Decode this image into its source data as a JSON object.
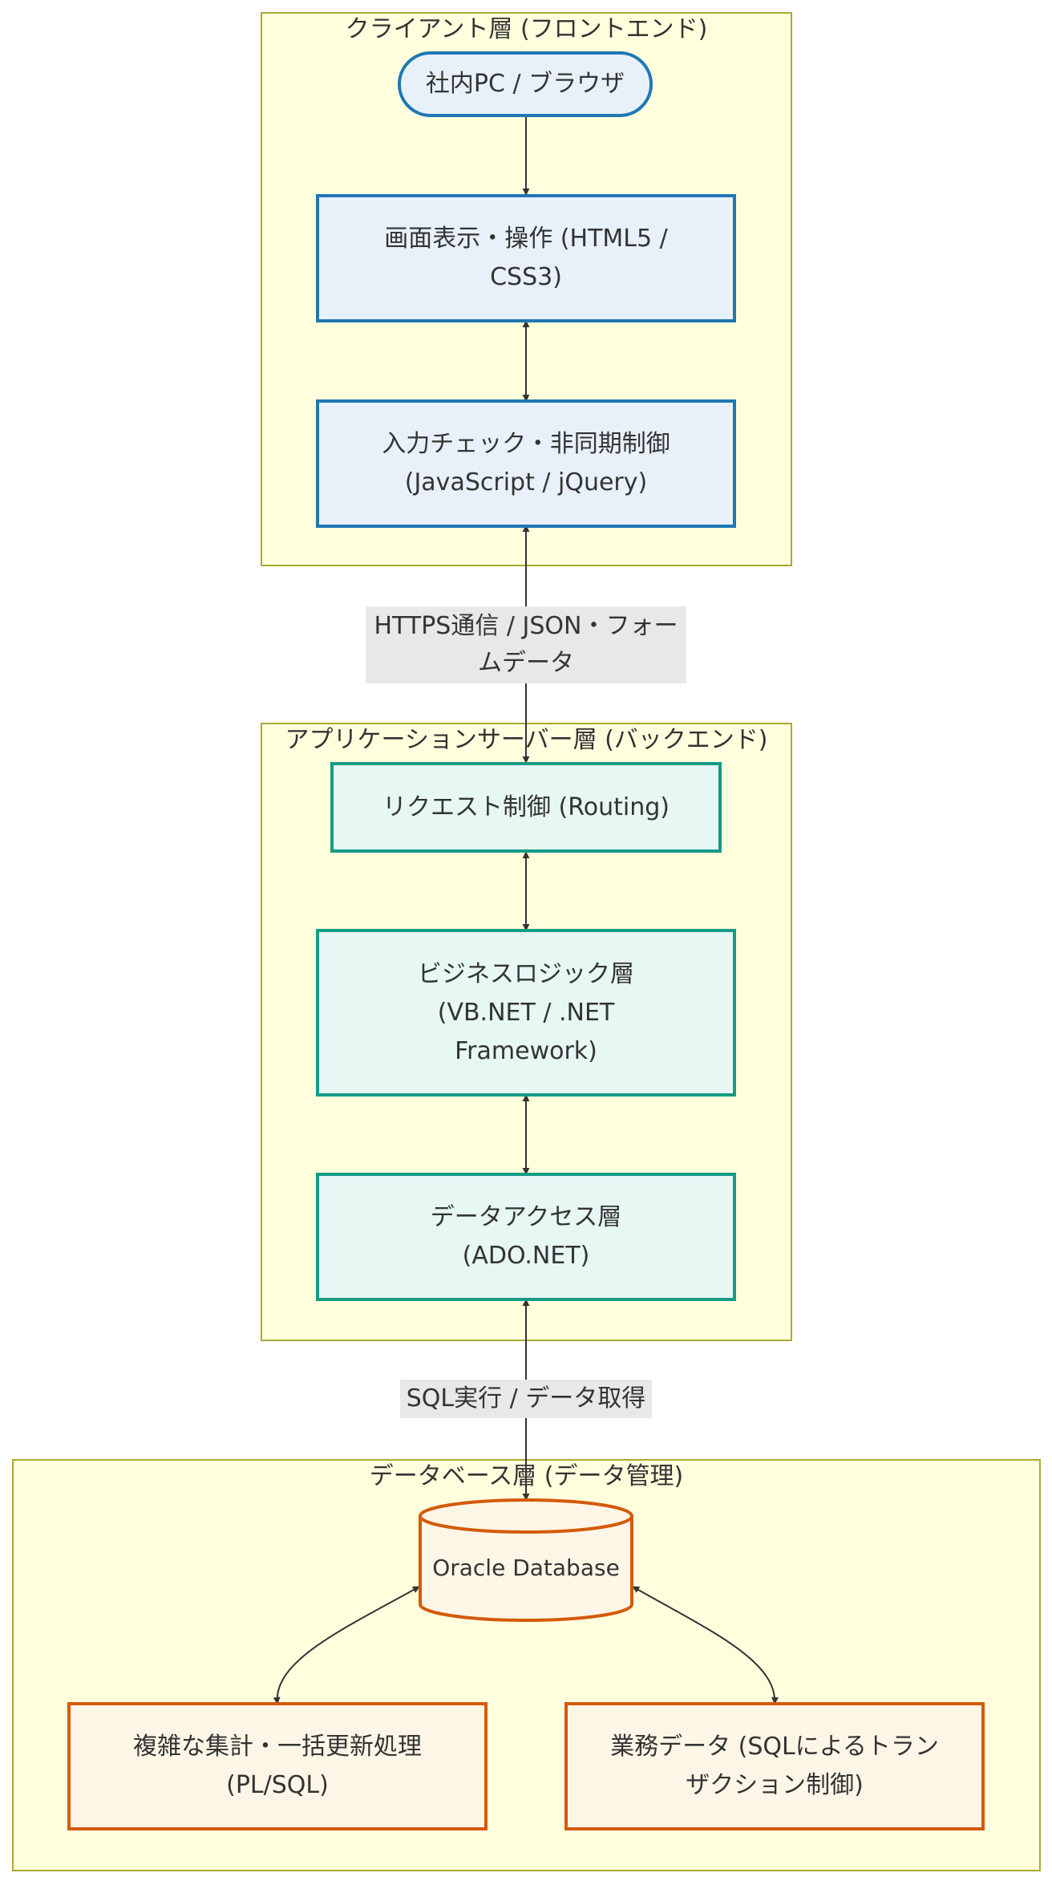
{
  "clusters": {
    "client": {
      "title": "クライアント層 (フロントエンド)"
    },
    "app": {
      "title": "アプリケーションサーバー層 (バックエンド)"
    },
    "db": {
      "title": "データベース層 (データ管理)"
    }
  },
  "nodes": {
    "browser": "社内PC / ブラウザ",
    "display": "画面表示・操作 (HTML5 / CSS3)",
    "input_check": "入力チェック・非同期制御 (JavaScript / jQuery)",
    "request": "リクエスト制御 (Routing)",
    "business": "ビジネスロジック層 (VB.NET / .NET Framework)",
    "data_access": "データアクセス層 (ADO.NET)",
    "oracle": "Oracle Database",
    "plsql": "複雑な集計・一括更新処理 (PL/SQL)",
    "business_data": "業務データ (SQLによるトランザクション制御)"
  },
  "edge_labels": {
    "https": "HTTPS通信 / JSON・フォームデータ",
    "sql": "SQL実行 / データ取得"
  },
  "colors": {
    "cluster_fill": "#ffffde",
    "cluster_stroke": "#aaaa33",
    "client_fill": "#e8f1fa",
    "client_stroke": "#1f77b4",
    "app_fill": "#e6f7f4",
    "app_stroke": "#149c85",
    "db_fill": "#fdf6e7",
    "db_stroke": "#d45a0a",
    "edge": "#333333",
    "edge_label_bg": "#e8e8e8"
  }
}
